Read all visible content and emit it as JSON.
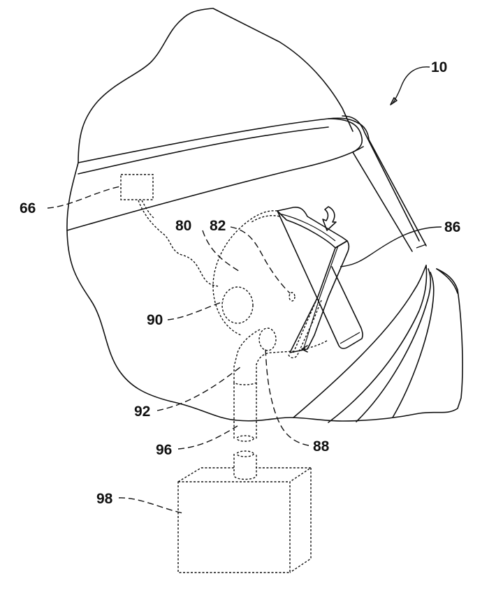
{
  "figure": {
    "type": "patent-drawing",
    "assembly_label": "10",
    "reference_numerals": [
      {
        "id": "10",
        "label": "10"
      },
      {
        "id": "66",
        "label": "66"
      },
      {
        "id": "80",
        "label": "80"
      },
      {
        "id": "82",
        "label": "82"
      },
      {
        "id": "86",
        "label": "86"
      },
      {
        "id": "88",
        "label": "88"
      },
      {
        "id": "90",
        "label": "90"
      },
      {
        "id": "92",
        "label": "92"
      },
      {
        "id": "96",
        "label": "96"
      },
      {
        "id": "98",
        "label": "98"
      }
    ],
    "colors": {
      "line": "#111111",
      "background": "#ffffff"
    }
  }
}
